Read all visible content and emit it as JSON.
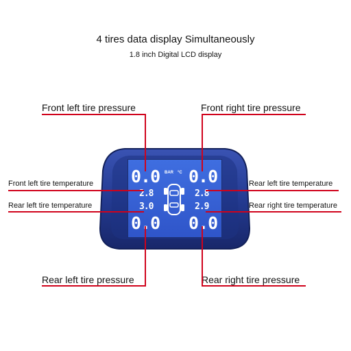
{
  "header": {
    "title": "4 tires data display Simultaneously",
    "subtitle": "1.8 inch Digital LCD display"
  },
  "labels": {
    "front_left_pressure": "Front left tire pressure",
    "front_right_pressure": "Front right tire pressure",
    "front_left_temperature": "Front left tire temperature",
    "rear_left_temperature_left": "Rear left tire temperature",
    "rear_left_temperature_right": "Rear left tire temperature",
    "rear_right_temperature": "Rear right tire temperature",
    "rear_left_pressure": "Rear left tire pressure",
    "rear_right_pressure": "Rear right tire pressure"
  },
  "lcd": {
    "unit_bar": "BAR",
    "unit_c": "°C",
    "front_left_pressure": "0.0",
    "front_right_pressure": "0.0",
    "rear_left_pressure": "0.0",
    "rear_right_pressure": "0.0",
    "left_upper_value": "2.8",
    "left_lower_value": "3.0",
    "right_upper_value": "2.8",
    "right_lower_value": "2.9"
  },
  "colors": {
    "pointer_line": "#d0021b",
    "device_body": "#243b92",
    "lcd_background": "#3b68dc"
  }
}
